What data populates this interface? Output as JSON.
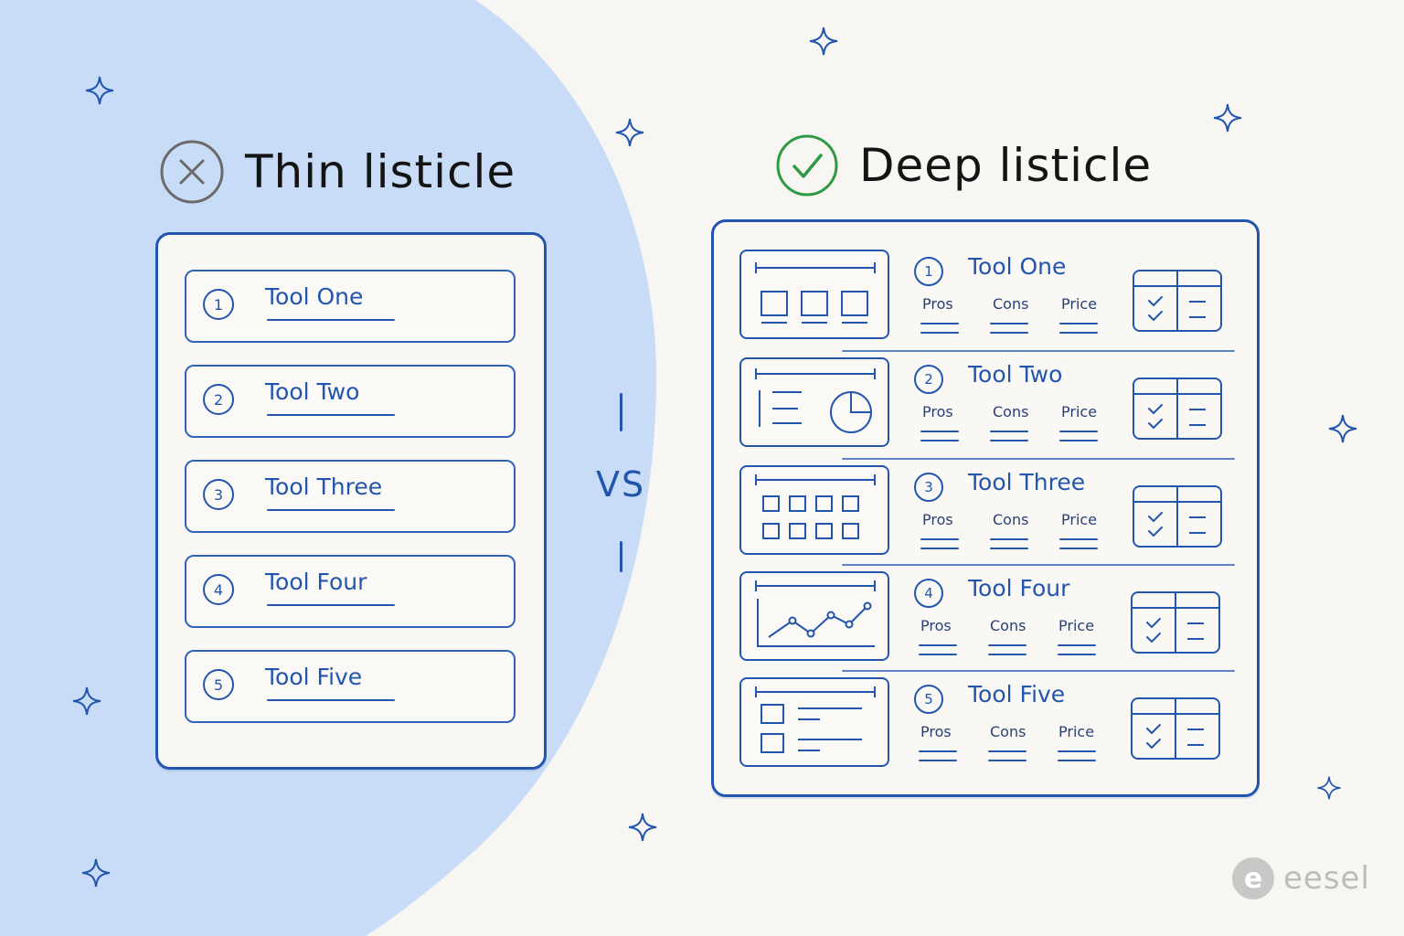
{
  "colors": {
    "accent": "#2255ad",
    "blob": "#c9dcf7",
    "good": "#2e9a43",
    "bad": "#6a6a6a",
    "background": "#f7f6f2"
  },
  "thin": {
    "title": "Thin listicle",
    "icon": "x-circle-icon",
    "items": [
      {
        "num": "1",
        "name": "Tool One"
      },
      {
        "num": "2",
        "name": "Tool Two"
      },
      {
        "num": "3",
        "name": "Tool Three"
      },
      {
        "num": "4",
        "name": "Tool Four"
      },
      {
        "num": "5",
        "name": "Tool Five"
      }
    ]
  },
  "divider": {
    "label": "VS"
  },
  "deep": {
    "title": "Deep listicle",
    "icon": "check-circle-icon",
    "columns": [
      "Pros",
      "Cons",
      "Price"
    ],
    "items": [
      {
        "num": "1",
        "name": "Tool One",
        "thumbnail": "layout-boxes-icon"
      },
      {
        "num": "2",
        "name": "Tool Two",
        "thumbnail": "pie-chart-icon"
      },
      {
        "num": "3",
        "name": "Tool Three",
        "thumbnail": "grid-icon"
      },
      {
        "num": "4",
        "name": "Tool Four",
        "thumbnail": "line-chart-icon"
      },
      {
        "num": "5",
        "name": "Tool Five",
        "thumbnail": "list-icon"
      }
    ]
  },
  "logo": {
    "text": "eesel",
    "mark": "e"
  }
}
